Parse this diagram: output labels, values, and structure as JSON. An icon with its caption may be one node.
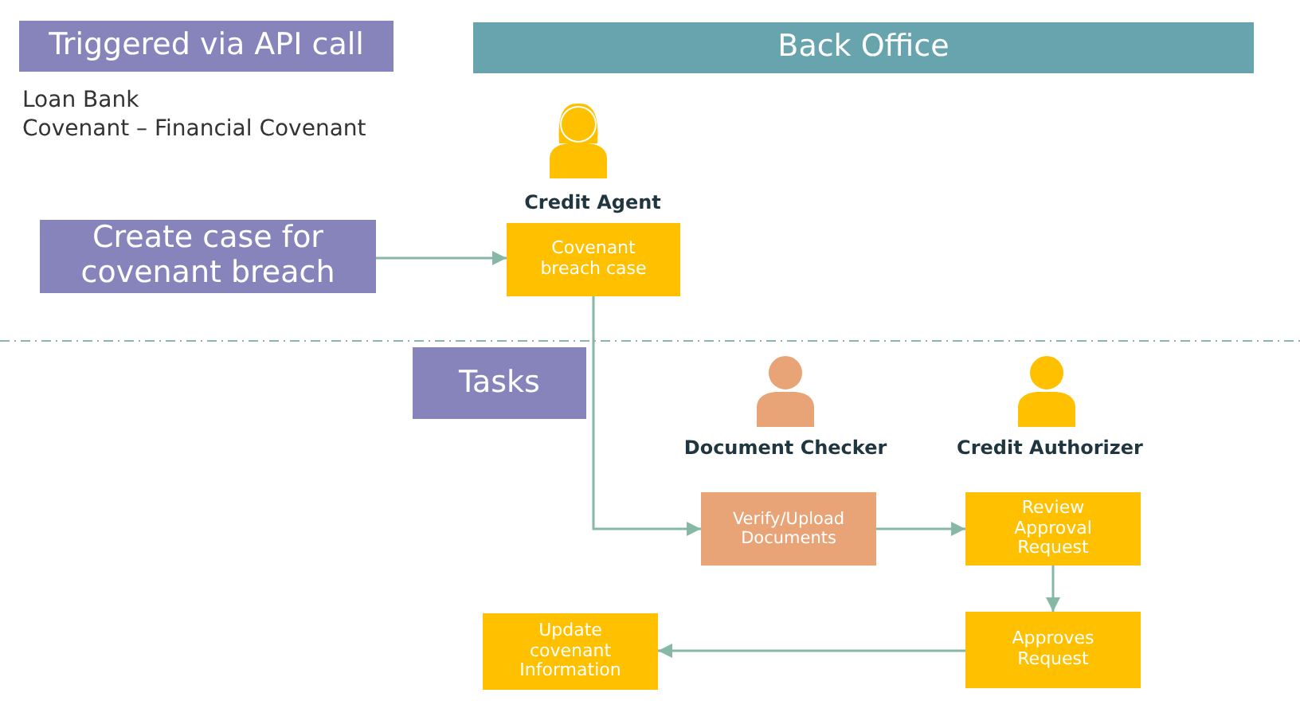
{
  "diagram": {
    "nodes": [
      {
        "text": [
          "Triggered via API call"
        ]
      },
      {
        "text": [
          "Back Office"
        ]
      },
      {
        "text": [
          "Create case for covenant breach"
        ]
      },
      {
        "text": [
          "Covenant breach case"
        ]
      },
      {
        "text": [
          "Tasks"
        ]
      },
      {
        "text": [
          "Verify/Upload Documents"
        ]
      },
      {
        "text": [
          "Review Approval Request"
        ]
      },
      {
        "text": [
          "Approves Request"
        ]
      },
      {
        "text": [
          "Update covenant Information"
        ]
      }
    ],
    "edges": [
      {
        "from": 2,
        "to": 3,
        "arrow": "to"
      },
      {
        "from": 3,
        "to": 5,
        "arrow": "to"
      },
      {
        "from": 5,
        "to": 6,
        "arrow": "to"
      },
      {
        "from": 6,
        "to": 7,
        "arrow": "to"
      },
      {
        "from": 7,
        "to": 8,
        "arrow": "to"
      }
    ],
    "labels": [
      "Loan Bank",
      "Covenant – Financial Covenant",
      "Credit Agent",
      "Document Checker",
      "Credit Authorizer"
    ]
  }
}
